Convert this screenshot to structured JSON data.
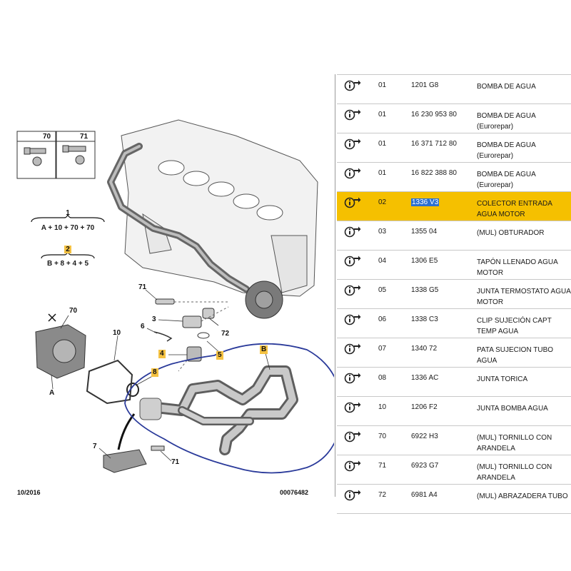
{
  "legend": {
    "screw_70": "70",
    "screw_71": "71",
    "formula_1_top": "1",
    "formula_1_bottom": "A + 10 + 70 + 70",
    "formula_2_top": "2",
    "formula_2_bottom": "B + 8 + 4 + 5"
  },
  "callouts": {
    "c71a": "71",
    "c3": "3",
    "c72": "72",
    "c70": "70",
    "c10": "10",
    "c6": "6",
    "c4": "4",
    "c5": "5",
    "cB": "B",
    "c8": "8",
    "cA": "A",
    "c7": "7",
    "c71b": "71"
  },
  "footer": {
    "date": "10/2016",
    "drawing_number": "00076482"
  },
  "colors": {
    "highlight_row": "#f5c000",
    "callout_highlight": "#f5c242",
    "selection": "#2b6fd1",
    "annotation": "#2a3a9a"
  },
  "parts": [
    {
      "ref": "01",
      "code": "1201 G8",
      "desc": "BOMBA DE AGUA",
      "highlighted": false
    },
    {
      "ref": "01",
      "code": "16 230 953 80",
      "desc": "BOMBA DE AGUA (Eurorepar)",
      "highlighted": false
    },
    {
      "ref": "01",
      "code": "16 371 712 80",
      "desc": "BOMBA DE AGUA (Eurorepar)",
      "highlighted": false
    },
    {
      "ref": "01",
      "code": "16 822 388 80",
      "desc": "BOMBA DE AGUA (Eurorepar)",
      "highlighted": false
    },
    {
      "ref": "02",
      "code": "1336 V3",
      "desc": "COLECTOR ENTRADA AGUA MOTOR",
      "highlighted": true
    },
    {
      "ref": "03",
      "code": "1355 04",
      "desc": "(MUL) OBTURADOR",
      "highlighted": false
    },
    {
      "ref": "04",
      "code": "1306 E5",
      "desc": "TAPÓN LLENADO AGUA MOTOR",
      "highlighted": false
    },
    {
      "ref": "05",
      "code": "1338 G5",
      "desc": "JUNTA TERMOSTATO AGUA MOTOR",
      "highlighted": false
    },
    {
      "ref": "06",
      "code": "1338 C3",
      "desc": "CLIP SUJECIÓN CAPT TEMP AGUA",
      "highlighted": false
    },
    {
      "ref": "07",
      "code": "1340 72",
      "desc": "PATA SUJECION TUBO AGUA",
      "highlighted": false
    },
    {
      "ref": "08",
      "code": "1336 AC",
      "desc": "JUNTA TORICA",
      "highlighted": false
    },
    {
      "ref": "10",
      "code": "1206 F2",
      "desc": "JUNTA BOMBA AGUA",
      "highlighted": false
    },
    {
      "ref": "70",
      "code": "6922 H3",
      "desc": "(MUL) TORNILLO CON ARANDELA",
      "highlighted": false
    },
    {
      "ref": "71",
      "code": "6923 G7",
      "desc": "(MUL) TORNILLO CON ARANDELA",
      "highlighted": false
    },
    {
      "ref": "72",
      "code": "6981 A4",
      "desc": "(MUL) ABRAZADERA TUBO",
      "highlighted": false
    }
  ]
}
